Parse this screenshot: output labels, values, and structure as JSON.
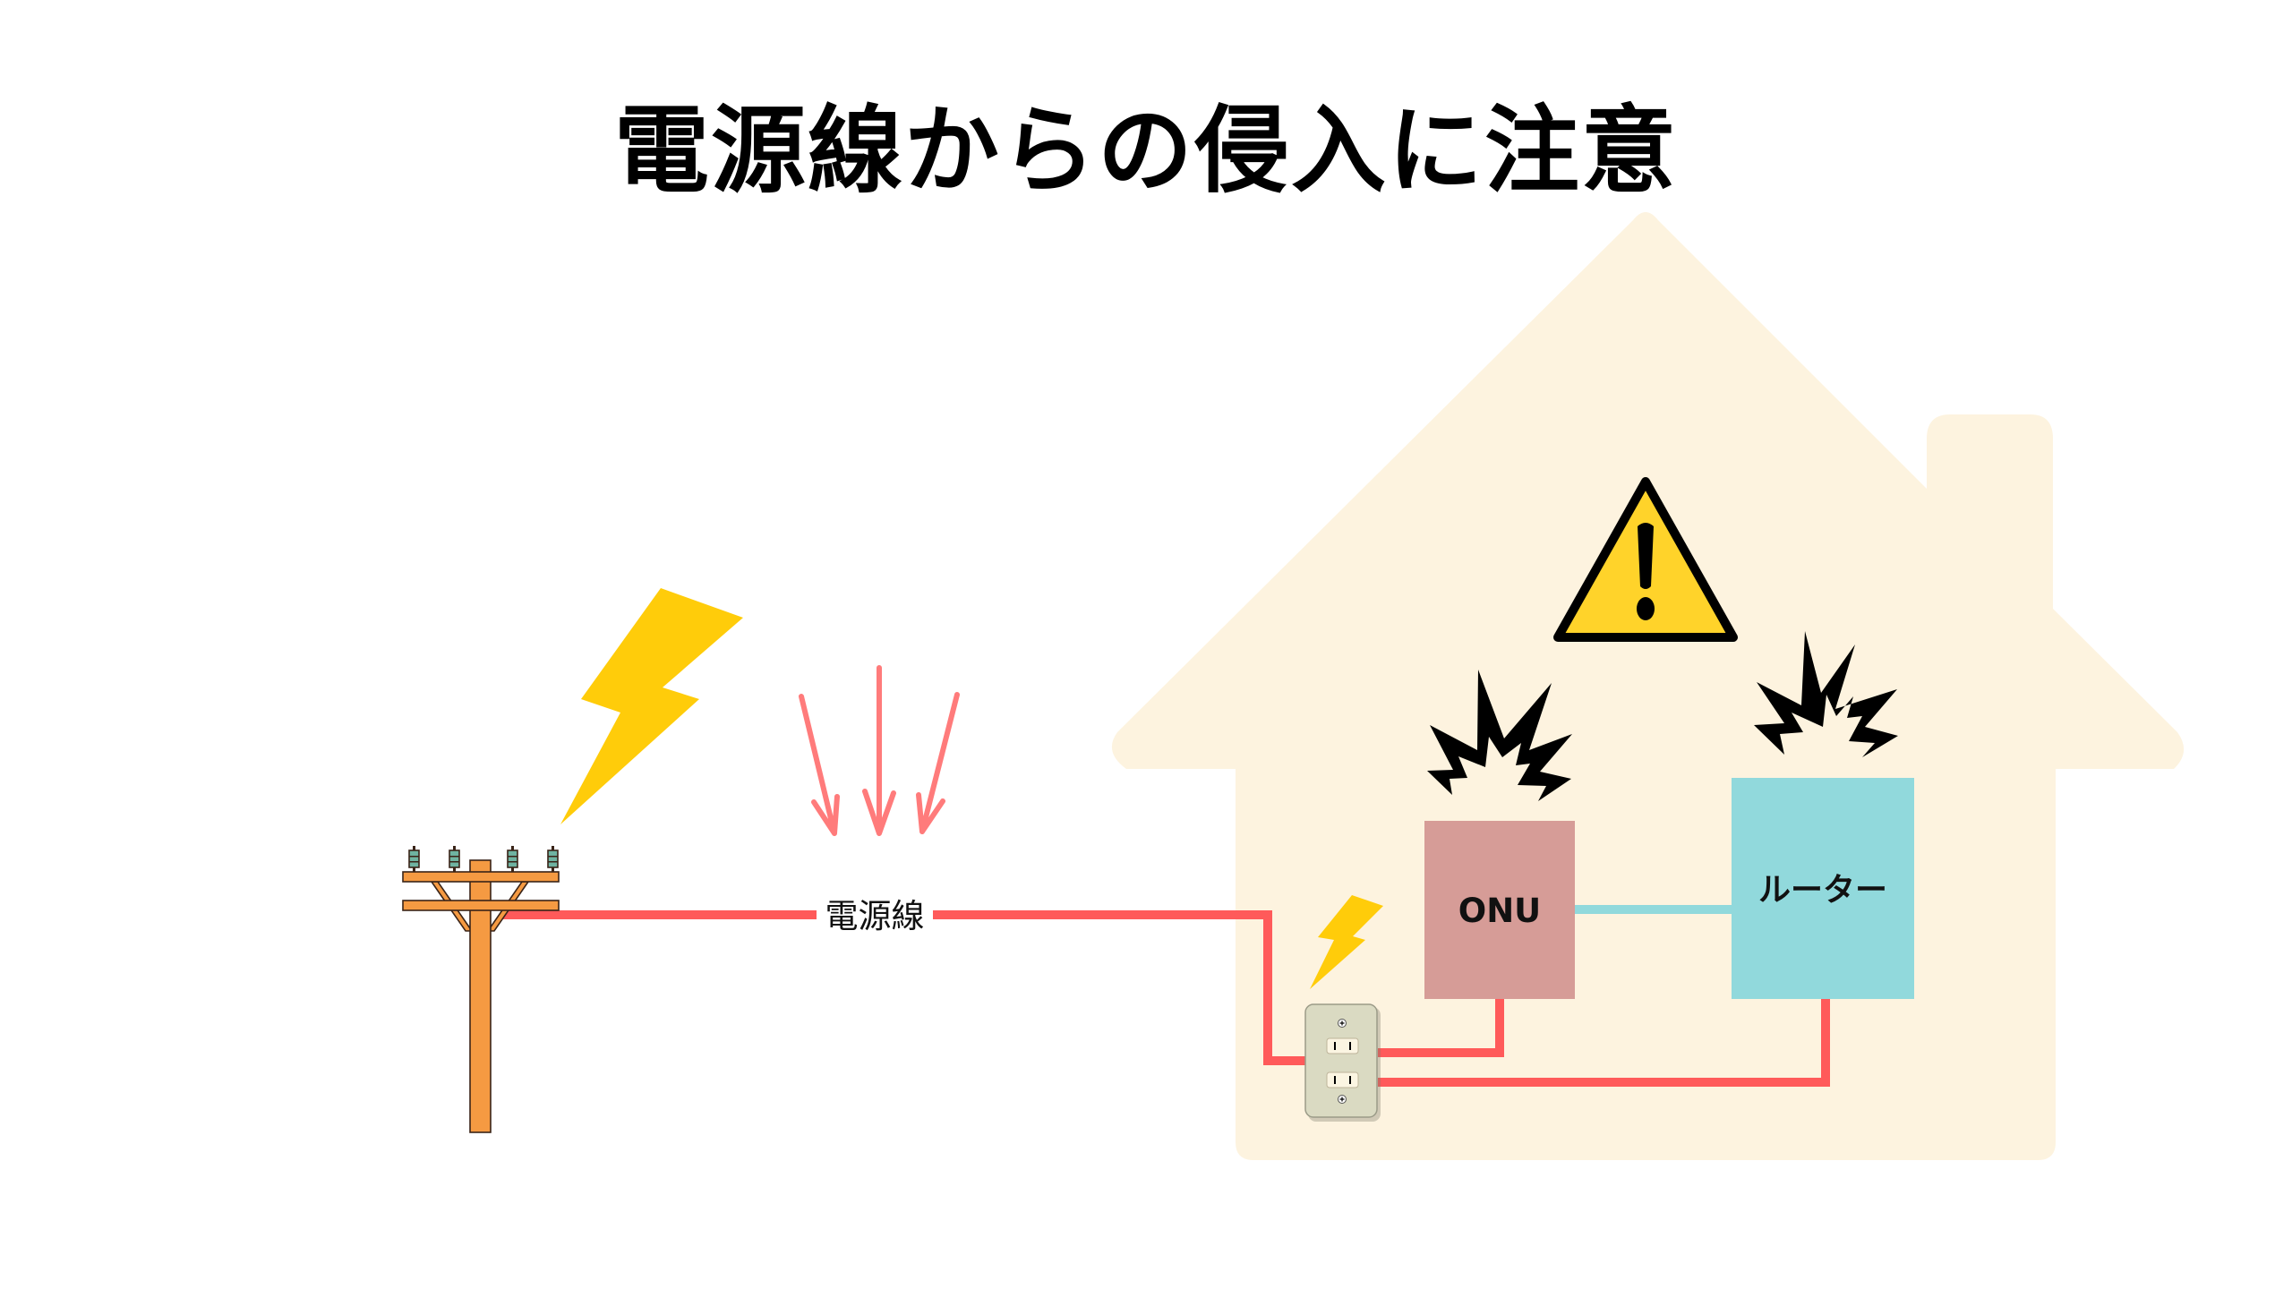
{
  "title": "電源線からの侵入に注意",
  "labels": {
    "power_line": "電源線",
    "onu": "ONU",
    "router": "ルーター"
  },
  "icons": {
    "lightning_large": "lightning-bolt-icon",
    "lightning_small": "lightning-bolt-icon",
    "surge_arrows": "down-arrow-icon",
    "warning": "warning-triangle-icon",
    "burst": "explosion-burst-icon",
    "pole": "utility-pole-icon",
    "outlet": "wall-outlet-icon",
    "house": "house-icon"
  },
  "colors": {
    "house": "#FDF3DF",
    "power_wire": "#FF5A5A",
    "arrows": "#FF7B7B",
    "lightning": "#FFCC0A",
    "onu_box": "#D69C97",
    "router_box": "#91D9DC",
    "lan_cable": "#91D9DC",
    "warning_fill": "#FFD32A",
    "pole": "#F59A42",
    "insulator": "#6FB3A1",
    "outlet_plate": "#DADAC2"
  }
}
